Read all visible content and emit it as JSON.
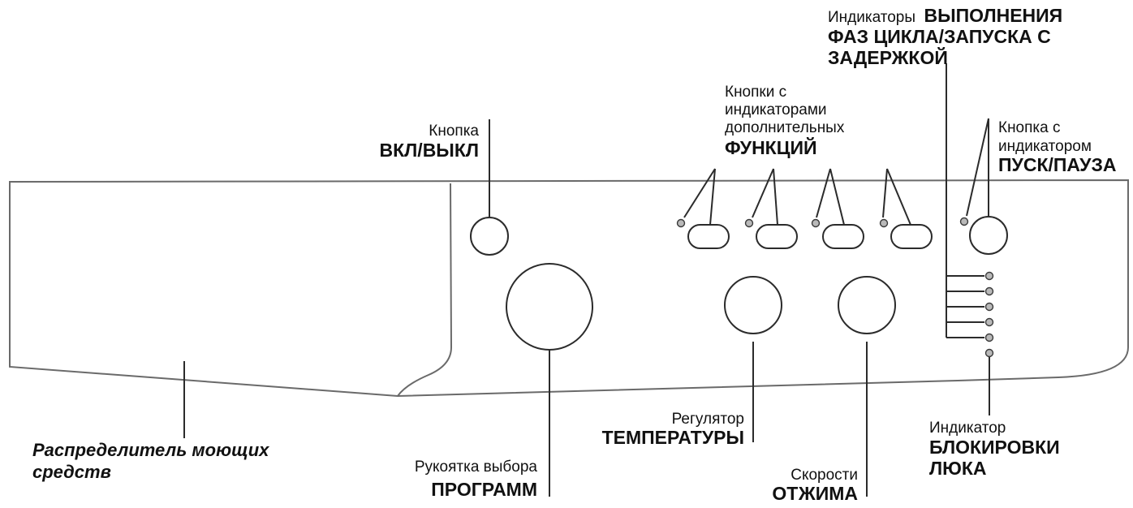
{
  "labels": {
    "power_small": "Кнопка",
    "power_big": "ВКЛ/ВЫКЛ",
    "functions_line1": "Кнопки с",
    "functions_line2": "индикаторами",
    "functions_line3": "дополнительных",
    "functions_big": "ФУНКЦИЙ",
    "phase_small": "Индикаторы",
    "phase_big1": "ВЫПОЛНЕНИЯ",
    "phase_big2": "ФАЗ ЦИКЛА/ЗАПУСКА С",
    "phase_big3": "ЗАДЕРЖКОЙ",
    "start_line1": "Кнопка с",
    "start_line2": "индикатором",
    "start_big": "ПУСК/ПАУЗА",
    "dispenser_line1": "Распределитель моющих",
    "dispenser_line2": "средств",
    "program_small": "Рукоятка выбора",
    "program_big": "ПРОГРАММ",
    "temp_small": "Регулятор",
    "temp_big": "ТЕМПЕРАТУРЫ",
    "spin_small": "Скорости",
    "spin_big": "ОТЖИМА",
    "door_small": "Индикатор",
    "door_big1": "БЛОКИРОВКИ",
    "door_big2": "ЛЮКА"
  },
  "colors": {
    "stroke": "#2b2b2b",
    "panel": "#6a6a6a",
    "led_fill": "#b9b9b9",
    "text": "#111111"
  },
  "phase_indicator_count": 5
}
